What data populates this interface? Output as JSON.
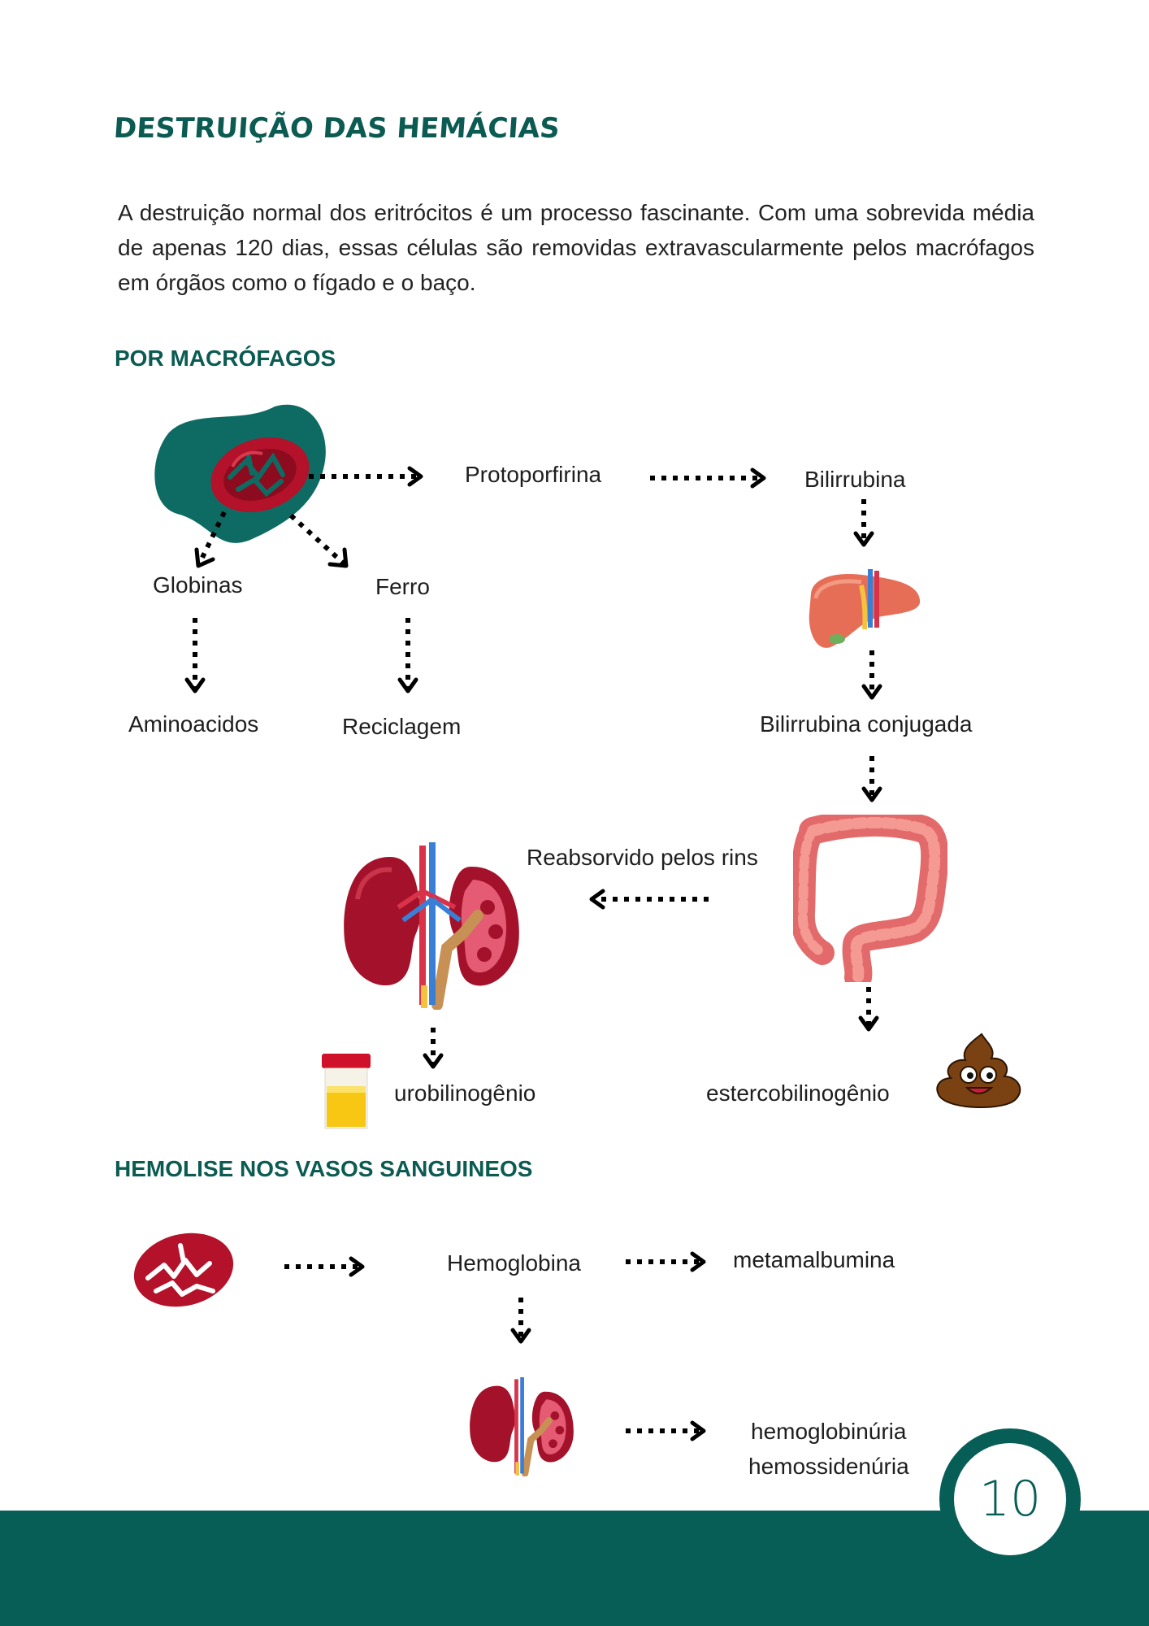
{
  "title": "DESTRUIÇÃO DAS HEMÁCIAS",
  "intro": "A destruição normal dos eritrócitos é um processo fascinante. Com uma sobrevida média de apenas 120 dias, essas células são removidas extravascularmente pelos macrófagos em órgãos como o fígado e o baço.",
  "section1": {
    "heading": "POR MACRÓFAGOS",
    "labels": {
      "protoporfirina": "Protoporfirina",
      "bilirrubina": "Bilirrubina",
      "globinas": "Globinas",
      "ferro": "Ferro",
      "aminoacidos": "Aminoacidos",
      "reciclagem": "Reciclagem",
      "bilirrubina_conjugada": "Bilirrubina conjugada",
      "reabsorvido": "Reabsorvido pelos rins",
      "urobilinogenio": "urobilinogênio",
      "estercobilinogenio": "estercobilinogênio"
    },
    "icons": [
      "macrophage-icon",
      "liver-icon",
      "intestine-icon",
      "kidney-icon",
      "urine-cup-icon",
      "poop-icon"
    ]
  },
  "section2": {
    "heading": "HEMOLISE NOS VASOS SANGUINEOS",
    "labels": {
      "hemoglobina": "Hemoglobina",
      "metamalbumina": "metamalbumina",
      "hemoglobinuria": "hemoglobinúria",
      "hemossidenuria": "hemossidenúria"
    },
    "icons": [
      "red-blood-cell-icon",
      "kidney-icon"
    ]
  },
  "page_number": "10",
  "colors": {
    "accent": "#0b5b52",
    "footer": "#075e56",
    "blood": "#b3122a"
  }
}
